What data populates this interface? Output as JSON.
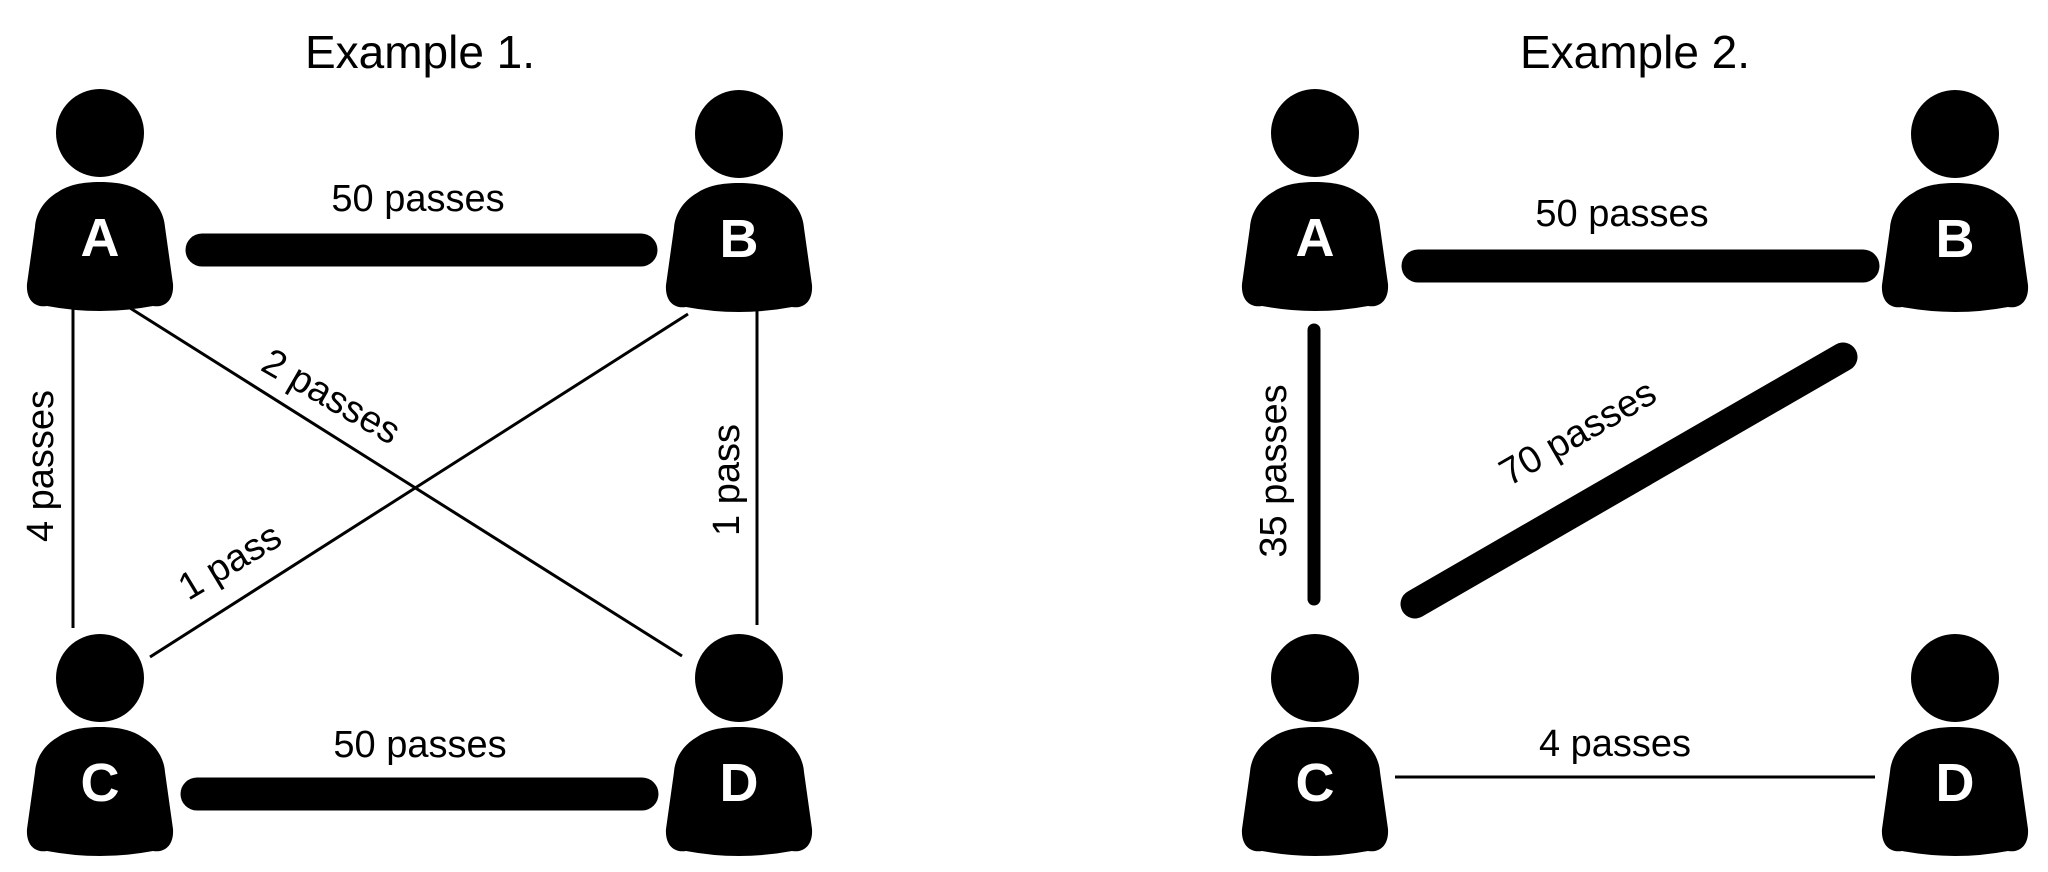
{
  "figure": {
    "background_color": "#ffffff",
    "ink_color": "#000000",
    "node_letter_color": "#ffffff",
    "description": "Two pass-network diagrams showing passes between four players"
  },
  "examples": [
    {
      "title": "Example 1.",
      "nodes": [
        {
          "id": "A",
          "label": "A"
        },
        {
          "id": "B",
          "label": "B"
        },
        {
          "id": "C",
          "label": "C"
        },
        {
          "id": "D",
          "label": "D"
        }
      ],
      "edges": [
        {
          "from": "A",
          "to": "B",
          "passes": 50,
          "label": "50 passes",
          "thickness": "thick"
        },
        {
          "from": "A",
          "to": "C",
          "passes": 4,
          "label": "4 passes",
          "thickness": "thin"
        },
        {
          "from": "A",
          "to": "D",
          "passes": 2,
          "label": "2 passes",
          "thickness": "thin"
        },
        {
          "from": "C",
          "to": "B",
          "passes": 1,
          "label": "1 pass",
          "thickness": "thin"
        },
        {
          "from": "B",
          "to": "D",
          "passes": 1,
          "label": "1 pass",
          "thickness": "thin"
        },
        {
          "from": "C",
          "to": "D",
          "passes": 50,
          "label": "50 passes",
          "thickness": "thick"
        }
      ]
    },
    {
      "title": "Example 2.",
      "nodes": [
        {
          "id": "A",
          "label": "A"
        },
        {
          "id": "B",
          "label": "B"
        },
        {
          "id": "C",
          "label": "C"
        },
        {
          "id": "D",
          "label": "D"
        }
      ],
      "edges": [
        {
          "from": "A",
          "to": "B",
          "passes": 50,
          "label": "50 passes",
          "thickness": "thick"
        },
        {
          "from": "A",
          "to": "C",
          "passes": 35,
          "label": "35 passes",
          "thickness": "medium"
        },
        {
          "from": "C",
          "to": "B",
          "passes": 70,
          "label": "70 passes",
          "thickness": "thick"
        },
        {
          "from": "C",
          "to": "D",
          "passes": 4,
          "label": "4 passes",
          "thickness": "thin"
        }
      ]
    }
  ]
}
